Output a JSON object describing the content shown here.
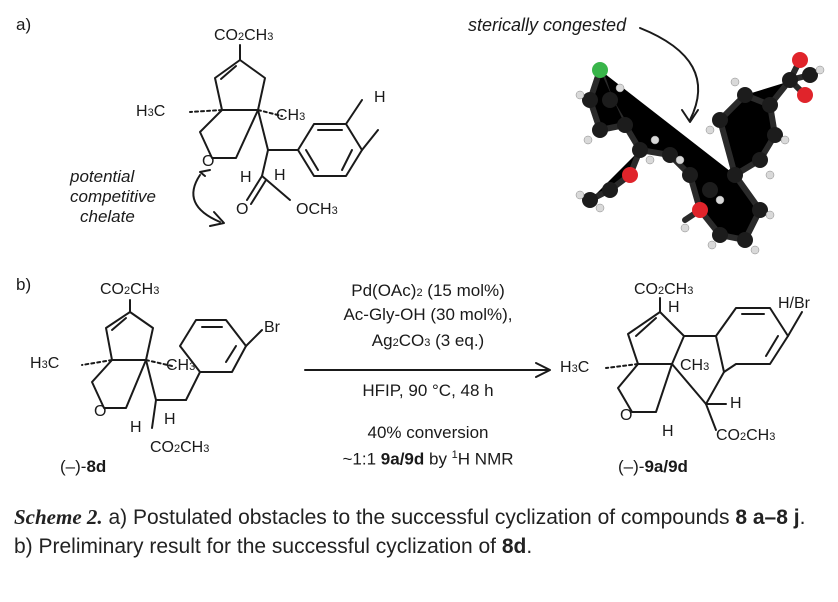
{
  "panel_a": {
    "label": "a)",
    "note": "sterically congested",
    "chelate_lines": [
      "potential",
      "competitive",
      "chelate"
    ],
    "struct": {
      "top_ester": "CO2CH3",
      "h3c_left": "H3C",
      "ch3_right": "CH3",
      "aryl_h": "H",
      "o_ring": "O",
      "h_ring": "H",
      "h_benzylic": "H",
      "o_carbonyl": "O",
      "och3": "OCH3"
    }
  },
  "panel_b": {
    "label": "b)",
    "reactant": {
      "top_ester": "CO2CH3",
      "h3c_left": "H3C",
      "ch3_right": "CH3",
      "br": "Br",
      "o_ring": "O",
      "h_ring": "H",
      "h_benzylic": "H",
      "ester_bottom": "CO2CH3",
      "name_prefix": "(–)-",
      "name": "8d"
    },
    "conditions": {
      "line1": "Pd(OAc)2 (15 mol%)",
      "line2": "Ac-Gly-OH (30 mol%),",
      "line3": "Ag2CO3 (3 eq.)",
      "line4": "HFIP, 90 °C, 48 h",
      "line5": "40% conversion",
      "line6_prefix": "~1:1 ",
      "line6_bold": "9a/9d",
      "line6_mid": " by ",
      "line6_sup": "1",
      "line6_suffix": "H NMR"
    },
    "product": {
      "top_ester": "CO2CH3",
      "h_top": "H",
      "h_br": "H/Br",
      "h3c_left": "H3C",
      "ch3_right": "CH3",
      "h_right": "H",
      "o_ring": "O",
      "h_ring": "H",
      "ester_bottom": "CO2CH3",
      "name_prefix": "(–)-",
      "name": "9a/9d"
    }
  },
  "caption": {
    "scheme": "Scheme 2.",
    "a_part": " a) Postulated obstacles to the successful cyclization of compounds ",
    "compounds": "8 a–8 j",
    "b_part": ". b) Preliminary result for the successful cyclization of ",
    "compound_b": "8d",
    "end": "."
  },
  "colors": {
    "carbon": "#1c1c1c",
    "oxygen": "#e0242b",
    "chlorine": "#39b54a",
    "hydrogen": "#d9d9d9"
  }
}
